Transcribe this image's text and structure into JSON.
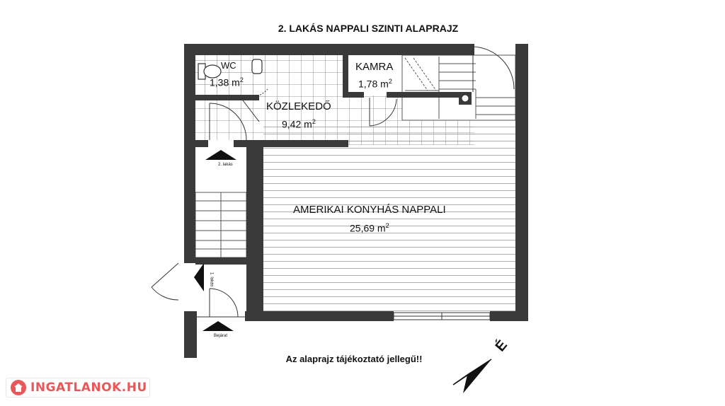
{
  "title": "2. LAKÁS NAPPALI SZINTI ALAPRAJZ",
  "disclaimer": "Az alaprajz tájékoztató jellegű!!",
  "rooms": {
    "wc": {
      "name": "WC",
      "area": "1,38 m",
      "unit_sup": "2"
    },
    "kamra": {
      "name": "KAMRA",
      "area": "1,78 m",
      "unit_sup": "2"
    },
    "kozlekedo": {
      "name": "KÖZLEKEDŐ",
      "area": "9,42 m",
      "unit_sup": "2"
    },
    "nappali": {
      "name": "AMERIKAI KONYHÁS NAPPALI",
      "area": "25,69 m",
      "unit_sup": "2"
    }
  },
  "small_labels": {
    "lakas": "2. lakás",
    "lepcso": "1. lakás",
    "bejarat": "Bejárat"
  },
  "compass": {
    "letter": "É"
  },
  "brand": {
    "name": "INGATLANOK.HU",
    "color": "#e8585a",
    "icon": "house-icon"
  },
  "colors": {
    "wall": "#3a3a3a",
    "line": "#222222",
    "grid": "#bbbbbb"
  }
}
